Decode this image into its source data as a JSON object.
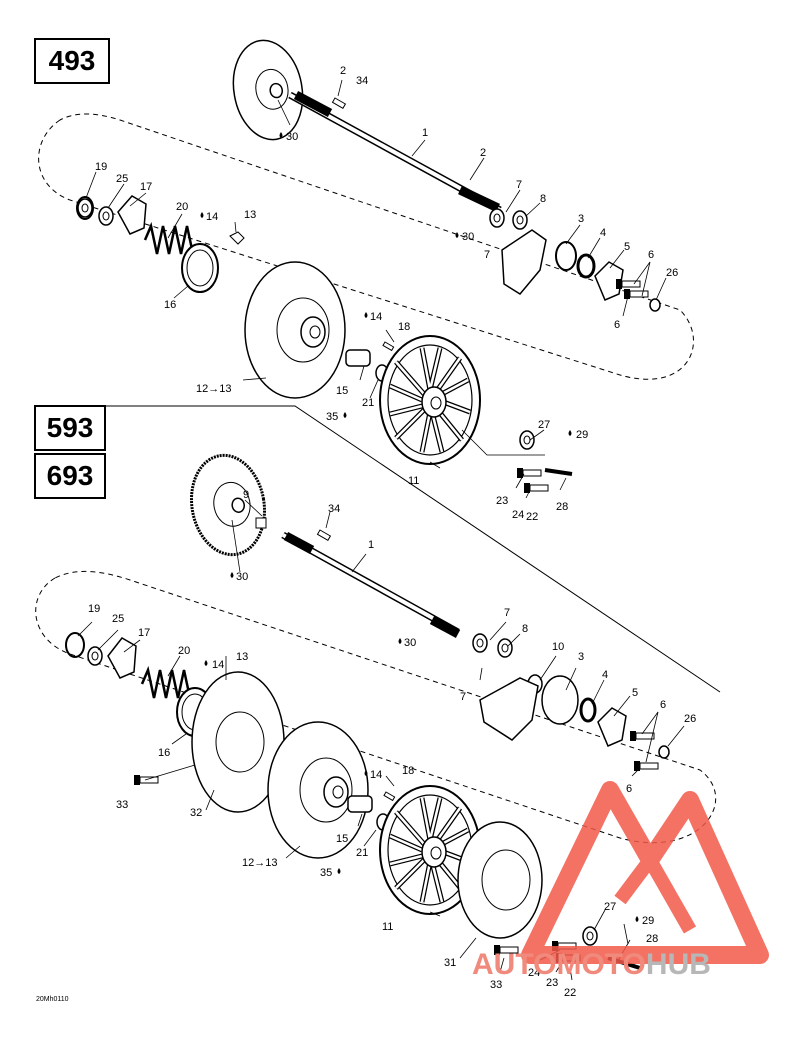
{
  "boxes": {
    "top": "493",
    "mid1": "593",
    "mid2": "693"
  },
  "figure_ref": "20Mh0110",
  "watermark": {
    "part1": "AUTOMOTO",
    "part2": "HUB",
    "color1": "#f08a7c",
    "color2": "#b7b7b7",
    "logo_color": "#f25a4a"
  },
  "top_labels": {
    "l1": "1",
    "l2a": "2",
    "l2b": "2",
    "l3": "3",
    "l4": "4",
    "l5": "5",
    "l6a": "6",
    "l6b": "6",
    "l7a": "7",
    "l7b": "7",
    "l8": "8",
    "l11": "11",
    "l12": "12→13",
    "l13": "13",
    "l14a": "14",
    "l14b": "14",
    "l15": "15",
    "l16": "16",
    "l17": "17",
    "l18": "18",
    "l19": "19",
    "l20": "20",
    "l21": "21",
    "l22": "22",
    "l23": "23",
    "l24": "24",
    "l25": "25",
    "l26": "26",
    "l27": "27",
    "l28": "28",
    "l29": "29",
    "l30a": "30",
    "l30b": "30",
    "l34": "34",
    "l35": "35"
  },
  "bottom_labels": {
    "l1": "1",
    "l3": "3",
    "l4": "4",
    "l5": "5",
    "l6a": "6",
    "l6b": "6",
    "l7a": "7",
    "l7b": "7",
    "l8": "8",
    "l9": "9",
    "l10": "10",
    "l11": "11",
    "l12": "12→13",
    "l13": "13",
    "l14a": "14",
    "l14b": "14",
    "l15": "15",
    "l16": "16",
    "l17": "17",
    "l18": "18",
    "l19": "19",
    "l20": "20",
    "l21": "21",
    "l22": "22",
    "l23": "23",
    "l24": "24",
    "l25": "25",
    "l26": "26",
    "l27": "27",
    "l28": "28",
    "l29": "29",
    "l30a": "30",
    "l30b": "30",
    "l31": "31",
    "l32": "32",
    "l33a": "33",
    "l33b": "33",
    "l34": "34",
    "l35": "35"
  }
}
